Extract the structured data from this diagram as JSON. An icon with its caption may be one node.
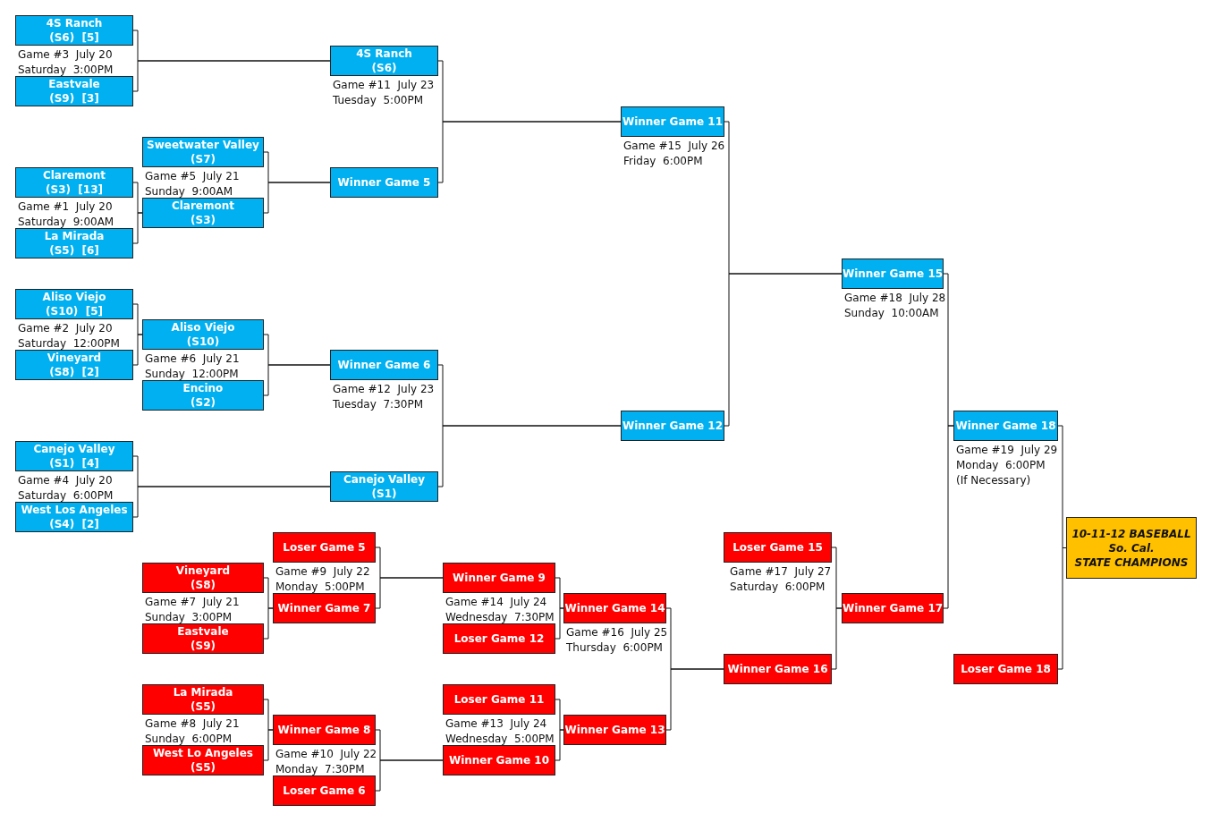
{
  "diagram": {
    "nodes": [
      {
        "text": [
          "4S Ranch",
          "(S6)  [5]"
        ]
      },
      {
        "text": [
          "Eastvale",
          "(S9)  [3]"
        ]
      },
      {
        "text": [
          "Claremont",
          "(S3)  [13]"
        ]
      },
      {
        "text": [
          "La Mirada",
          "(S5)  [6]"
        ]
      },
      {
        "text": [
          "Aliso Viejo",
          "(S10)  [5]"
        ]
      },
      {
        "text": [
          "Vineyard",
          "(S8)  [2]"
        ]
      },
      {
        "text": [
          "Canejo Valley",
          "(S1)  [4]"
        ]
      },
      {
        "text": [
          "West Los Angeles",
          "(S4)  [2]"
        ]
      },
      {
        "text": [
          "Sweetwater Valley",
          "(S7)"
        ]
      },
      {
        "text": [
          "Claremont",
          "(S3)"
        ]
      },
      {
        "text": [
          "Aliso Viejo",
          "(S10)"
        ]
      },
      {
        "text": [
          "Encino",
          "(S2)"
        ]
      },
      {
        "text": [
          "4S Ranch",
          "(S6)"
        ]
      },
      {
        "text": [
          "Winner Game 5"
        ]
      },
      {
        "text": [
          "Winner Game 6"
        ]
      },
      {
        "text": [
          "Canejo Valley",
          "(S1)"
        ]
      },
      {
        "text": [
          "Winner Game 11"
        ]
      },
      {
        "text": [
          "Winner Game 12"
        ]
      },
      {
        "text": [
          "Winner Game 15"
        ]
      },
      {
        "text": [
          "Winner Game 18"
        ]
      },
      {
        "text": [
          "10-11-12 BASEBALL",
          "So. Cal.",
          "STATE CHAMPIONS"
        ]
      },
      {
        "text": [
          "Loser Game 5"
        ]
      },
      {
        "text": [
          "Vineyard",
          "(S8)"
        ]
      },
      {
        "text": [
          "Eastvale",
          "(S9)"
        ]
      },
      {
        "text": [
          "Winner Game 7"
        ]
      },
      {
        "text": [
          "Winner Game 9"
        ]
      },
      {
        "text": [
          "Loser Game 12"
        ]
      },
      {
        "text": [
          "Winner Game 14"
        ]
      },
      {
        "text": [
          "La Mirada",
          "(S5)"
        ]
      },
      {
        "text": [
          "West Lo Angeles",
          "(S5)"
        ]
      },
      {
        "text": [
          "Winner Game 8"
        ]
      },
      {
        "text": [
          "Loser Game 6"
        ]
      },
      {
        "text": [
          "Loser Game 11"
        ]
      },
      {
        "text": [
          "Winner Game 10"
        ]
      },
      {
        "text": [
          "Winner Game 13"
        ]
      },
      {
        "text": [
          "Loser Game 15"
        ]
      },
      {
        "text": [
          "Winner Game 16"
        ]
      },
      {
        "text": [
          "Winner Game 17"
        ]
      },
      {
        "text": [
          "Loser Game 18"
        ]
      }
    ],
    "edges": [
      {
        "from": 0,
        "to": 12,
        "arrow": "none"
      },
      {
        "from": 1,
        "to": 12,
        "arrow": "none"
      },
      {
        "from": 2,
        "to": 9,
        "arrow": "none"
      },
      {
        "from": 3,
        "to": 9,
        "arrow": "none"
      },
      {
        "from": 8,
        "to": 13,
        "arrow": "none"
      },
      {
        "from": 9,
        "to": 13,
        "arrow": "none"
      },
      {
        "from": 12,
        "to": 16,
        "arrow": "none"
      },
      {
        "from": 13,
        "to": 16,
        "arrow": "none"
      },
      {
        "from": 4,
        "to": 10,
        "arrow": "none"
      },
      {
        "from": 5,
        "to": 10,
        "arrow": "none"
      },
      {
        "from": 10,
        "to": 14,
        "arrow": "none"
      },
      {
        "from": 11,
        "to": 14,
        "arrow": "none"
      },
      {
        "from": 6,
        "to": 15,
        "arrow": "none"
      },
      {
        "from": 7,
        "to": 15,
        "arrow": "none"
      },
      {
        "from": 14,
        "to": 17,
        "arrow": "none"
      },
      {
        "from": 15,
        "to": 17,
        "arrow": "none"
      },
      {
        "from": 16,
        "to": 18,
        "arrow": "none"
      },
      {
        "from": 17,
        "to": 18,
        "arrow": "none"
      },
      {
        "from": 22,
        "to": 24,
        "arrow": "none"
      },
      {
        "from": 23,
        "to": 24,
        "arrow": "none"
      },
      {
        "from": 21,
        "to": 25,
        "arrow": "none"
      },
      {
        "from": 24,
        "to": 25,
        "arrow": "none"
      },
      {
        "from": 28,
        "to": 30,
        "arrow": "none"
      },
      {
        "from": 29,
        "to": 30,
        "arrow": "none"
      },
      {
        "from": 30,
        "to": 33,
        "arrow": "none"
      },
      {
        "from": 31,
        "to": 33,
        "arrow": "none"
      },
      {
        "from": 25,
        "to": 27,
        "arrow": "none"
      },
      {
        "from": 26,
        "to": 27,
        "arrow": "none"
      },
      {
        "from": 32,
        "to": 34,
        "arrow": "none"
      },
      {
        "from": 33,
        "to": 34,
        "arrow": "none"
      },
      {
        "from": 27,
        "to": 36,
        "arrow": "none"
      },
      {
        "from": 34,
        "to": 36,
        "arrow": "none"
      },
      {
        "from": 35,
        "to": 37,
        "arrow": "none"
      },
      {
        "from": 36,
        "to": 37,
        "arrow": "none"
      },
      {
        "from": 18,
        "to": 19,
        "arrow": "none"
      },
      {
        "from": 37,
        "to": 19,
        "arrow": "none"
      },
      {
        "from": 19,
        "to": 20,
        "arrow": "none"
      },
      {
        "from": 38,
        "to": 20,
        "arrow": "none"
      }
    ],
    "labels": [
      "Game #3  July 20",
      "Saturday  3:00PM",
      "Game #11  July 23",
      "Tuesday  5:00PM",
      "Game #15  July 26",
      "Friday  6:00PM",
      "Game #5  July 21",
      "Sunday  9:00AM",
      "Game #1  July 20",
      "Saturday  9:00AM",
      "Game #18  July 28",
      "Sunday  10:00AM",
      "Game #2  July 20",
      "Saturday  12:00PM",
      "Game #6  July 21",
      "Sunday  12:00PM",
      "Game #12  July 23",
      "Tuesday  7:30PM",
      "Game #19  July 29",
      "Monday  6:00PM",
      "(If Necessary)",
      "Game #4  July 20",
      "Saturday  6:00PM",
      "Game #17  July 27",
      "Saturday  6:00PM",
      "Game #9  July 22",
      "Monday  5:00PM",
      "Game #7  July 21",
      "Sunday  3:00PM",
      "Game #14  July 24",
      "Wednesday  7:30PM",
      "Game #16  July 25",
      "Thursday  6:00PM",
      "Game #8  July 21",
      "Sunday  6:00PM",
      "Game #13  July 24",
      "Wednesday  5:00PM",
      "Game #10  July 22",
      "Monday  7:30PM"
    ]
  }
}
